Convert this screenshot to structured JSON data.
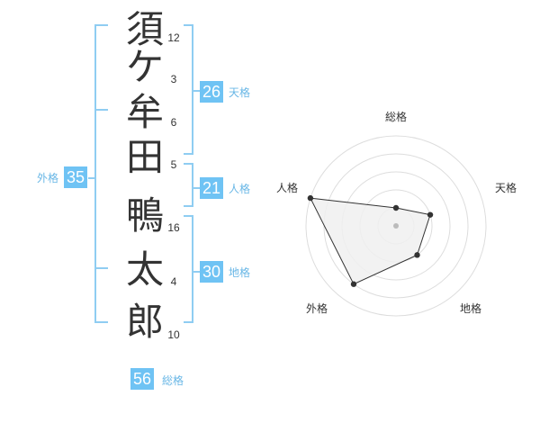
{
  "name": {
    "chars": [
      "須",
      "ケ",
      "牟",
      "田",
      "鴨",
      "太",
      "郎"
    ],
    "strokes": [
      "12",
      "3",
      "6",
      "5",
      "16",
      "4",
      "10"
    ]
  },
  "kaku": {
    "tenkaku": {
      "label": "天格",
      "value": "26"
    },
    "jinkaku": {
      "label": "人格",
      "value": "21"
    },
    "chikaku": {
      "label": "地格",
      "value": "30"
    },
    "gaikaku": {
      "label": "外格",
      "value": "35"
    },
    "soukaku": {
      "label": "総格",
      "value": "56"
    }
  },
  "chart_data": {
    "type": "radar",
    "axes": [
      "総格",
      "天格",
      "地格",
      "外格",
      "人格"
    ],
    "values": [
      1,
      2,
      2,
      4,
      5
    ],
    "max": 5,
    "colors": {
      "fill": "#f0f0f0",
      "stroke": "#333333",
      "grid": "#dddddd",
      "center": "#bbbbbb"
    }
  },
  "colors": {
    "accent": "#6fc3f4",
    "bracket": "#8fcdf2",
    "label": "#69b7e6"
  }
}
